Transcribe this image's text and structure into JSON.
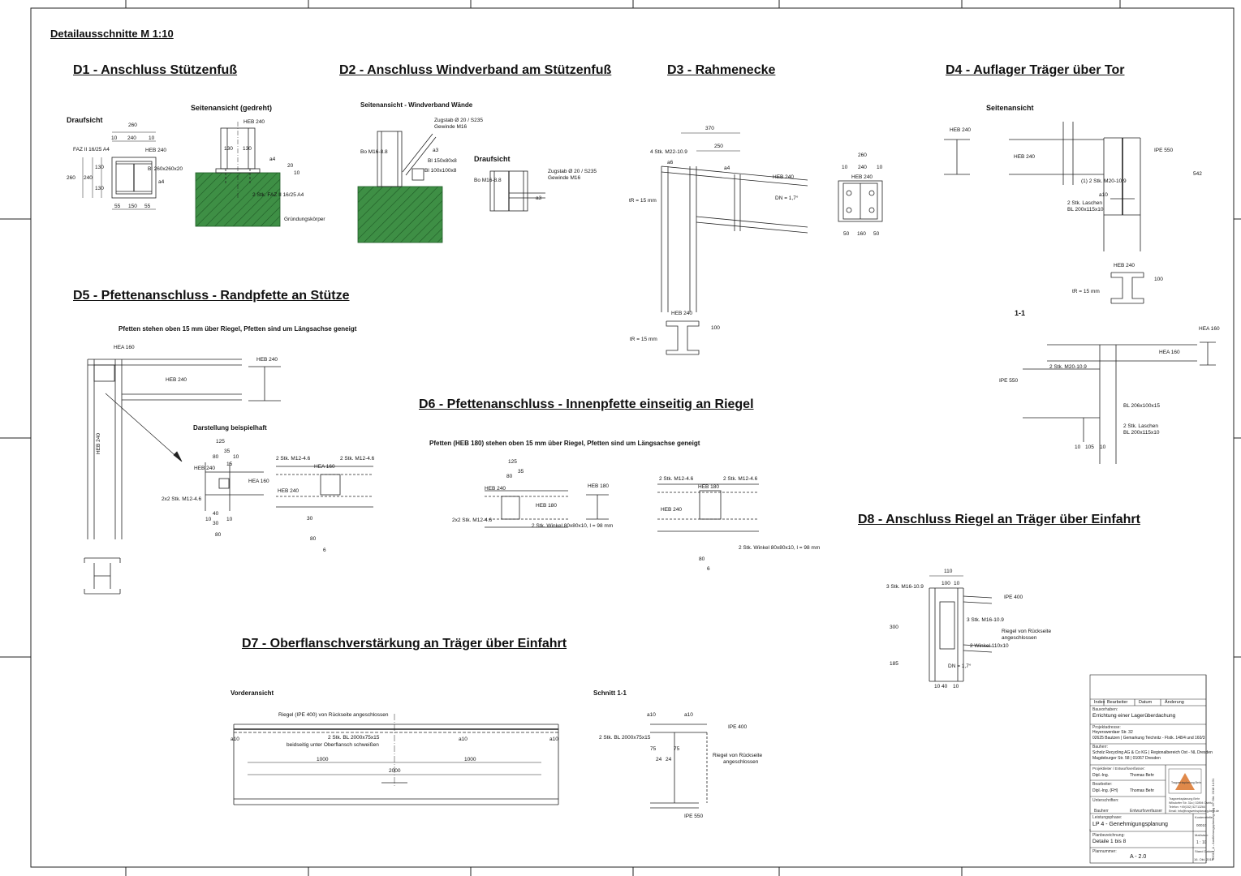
{
  "sheet_title": "Detailausschnitte   M 1:10",
  "details": {
    "d1": {
      "title": "D1 - Anschluss Stützenfuß",
      "views": [
        "Draufsicht",
        "Seitenansicht (gedreht)"
      ],
      "labels": [
        "260",
        "10",
        "240",
        "10",
        "FAZ II 16/25 A4",
        "HEB 240",
        "Bl 260x260x20",
        "a4",
        "260",
        "130",
        "240",
        "130",
        "55",
        "150",
        "55",
        "HEB 240",
        "130",
        "130",
        "a4",
        "20",
        "10",
        "2 Stk. FAZ II 16/25 A4",
        "Gründungskörper"
      ]
    },
    "d2": {
      "title": "D2 - Anschluss Windverband am Stützenfuß",
      "views": [
        "Seitenansicht - Windverband Wände",
        "Draufsicht"
      ],
      "labels": [
        "Zugstab Ø 20 / S235",
        "Gewinde M16",
        "Bo M16-8.8",
        "a3",
        "Bl 150x80x8",
        "Bl 100x100x8",
        "Zugstab Ø 20 / S235",
        "Gewinde M16",
        "Bo M16-8.8",
        "a3"
      ]
    },
    "d3": {
      "title": "D3 - Rahmenecke",
      "labels": [
        "370",
        "250",
        "4 Stk. M22-10.9",
        "a6",
        "a4",
        "HEB 240",
        "DN = 1,7°",
        "tR = 15 mm",
        "260",
        "10",
        "240",
        "10",
        "HEB 240",
        "50",
        "160",
        "50",
        "HEB 240",
        "tR = 15 mm",
        "100"
      ]
    },
    "d4": {
      "title": "D4 - Auflager Träger über Tor",
      "views": [
        "Seitenansicht",
        "1-1"
      ],
      "labels": [
        "HEB 240",
        "HEB 240",
        "IPE 550",
        "(1) 2 Stk. M20-10.9",
        "2 Stk. Laschen",
        "BL 200x115x10",
        "a10",
        "542",
        "HEB 240",
        "tR = 15 mm",
        "100",
        "HEA 160",
        "HEA 160",
        "2 Stk. M20-10.9",
        "IPE 550",
        "BL 206x100x15",
        "2 Stk. Laschen",
        "BL 200x115x10",
        "10",
        "105",
        "10"
      ]
    },
    "d5": {
      "title": "D5 - Pfettenanschluss - Randpfette an Stütze",
      "note": "Pfetten stehen oben 15 mm über Riegel, Pfetten sind um Längsachse geneigt",
      "views": [
        "Darstellung beispielhaft"
      ],
      "labels": [
        "HEA 160",
        "HEB 240",
        "HEB 240",
        "HEB 240",
        "125",
        "80",
        "35",
        "15",
        "10",
        "HEB 240",
        "HEA 160",
        "2x2 Stk. M12-4.6",
        "40",
        "10",
        "30",
        "10",
        "80",
        "2 Stk. M12-4.6",
        "HEA 160",
        "HEB 240",
        "2 Stk. M12-4.6",
        "80",
        "30",
        "6"
      ]
    },
    "d6": {
      "title": "D6 - Pfettenanschluss - Innenpfette einseitig an Riegel",
      "note": "Pfetten (HEB 180) stehen oben 15 mm über Riegel, Pfetten sind um Längsachse geneigt",
      "labels": [
        "125",
        "80",
        "35",
        "HEB 240",
        "HEB 180",
        "2x2 Stk. M12-4.6",
        "2 Stk. Winkel 80x80x10, l = 98 mm",
        "HEB 180",
        "2 Stk. M12-4.6",
        "HEB 180",
        "HEB 240",
        "2 Stk. M12-4.6",
        "2 Stk. Winkel 80x80x10, l = 98 mm",
        "80",
        "6"
      ]
    },
    "d7": {
      "title": "D7 - Oberflanschverstärkung an Träger über Einfahrt",
      "views": [
        "Vorderansicht",
        "Schnitt 1-1"
      ],
      "labels": [
        "Riegel (IPE 400) von Rückseite angeschlossen",
        "2 Stk. BL 2000x75x15",
        "beidseitig unter Oberflansch schweißen",
        "a10",
        "1000",
        "1000",
        "2000",
        "a10",
        "a10",
        "2 Stk. BL 2000x75x15",
        "IPE 400",
        "Riegel von Rückseite",
        "angeschlossen",
        "75",
        "75",
        "24",
        "24",
        "IPE 550"
      ]
    },
    "d8": {
      "title": "D8 - Anschluss Riegel an Träger über Einfahrt",
      "labels": [
        "110",
        "100",
        "10",
        "3 Stk. M16-10.9",
        "IPE 400",
        "3 Stk. M16-10.9",
        "Riegel von Rückseite",
        "angeschlossen",
        "2 Winkel 110x10",
        "DN = 1,7°",
        "300",
        "185",
        "10",
        "40",
        "10"
      ]
    }
  },
  "title_block": {
    "index_header": [
      "Index",
      "Bearbeiter",
      "Datum",
      "Änderung"
    ],
    "bauvorhaben_caption": "Bauvorhaben:",
    "bauvorhaben": "Errichtung einer Lagerüberdachung",
    "projektadresse_caption": "Projektadresse:",
    "adresse1": "Hoyerswerdaer Str. 32",
    "adresse2": "02625 Bautzen | Gemarkung Teichnitz - Flstk. 148/4 und 160/3",
    "bauherr_caption": "Bauherr:",
    "bauherr1": "Scholz Recycling AG & Co KG | Regionalbereich Ost - NL Dresden",
    "bauherr2": "Magdeburger Str. 58 | 01067 Dresden",
    "projektleiter_caption": "Projektleiter / Entwurfsverfasser:",
    "projektleiter": "Dipl.-Ing.",
    "projektleiter_name": "Thomas Behr",
    "bearbeiter_caption": "Bearbeiter:",
    "bearbeiter": "Dipl.-Ing. (FH)",
    "bearbeiter_name": "Thomas Behr",
    "unterschriften_caption": "Unterschriften:",
    "sign_left": "Bauherr",
    "sign_right": "Entwurfsverfasser",
    "company_logo_text": "Tragwerksplanung Behr",
    "company_lines": [
      "Tragwerksplanung Behr",
      "Wilsdorfer Str. 31a | 02894 Ostritz",
      "Telefon: +49(152) 52713264",
      "Email: info@tragwerksplanung-behr.de"
    ],
    "leistungsphase_caption": "Leistungsphase:",
    "leistungsphase": "LP 4 - Genehmigungsplanung",
    "kostenstelle_caption": "Kostenstelle:",
    "kostenstelle": "00010",
    "planbezeichnung_caption": "Planbezeichnung:",
    "planbezeichnung": "Detaile 1 bis 8",
    "massstab_caption": "Maßstab:",
    "massstab": "1 : 10",
    "plannummer_caption": "Plannummer:",
    "plannummer": "A - 2.0",
    "stand_caption": "Stand Datum:",
    "stand": "16. Okt. 2018",
    "side_text": "00010_A - Ausführungsplanung.dwg 16. Okt. 2018 14:51"
  }
}
